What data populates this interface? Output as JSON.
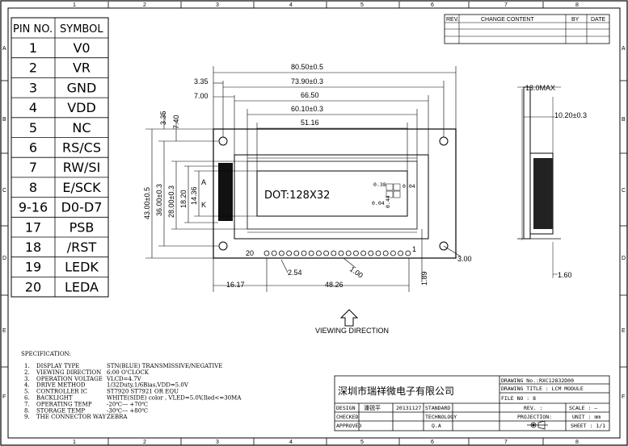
{
  "border": {
    "cols_top": [
      "1",
      "2",
      "3",
      "4",
      "5",
      "6",
      "7",
      "8"
    ],
    "cols_bottom": [
      "1",
      "2",
      "3",
      "4",
      "5",
      "6",
      "7",
      "8"
    ],
    "rows": [
      "A",
      "B",
      "C",
      "D",
      "E",
      "F"
    ]
  },
  "revision_table": {
    "headers": [
      "REV.",
      "CHANGE CONTENT",
      "BY",
      "DATE"
    ]
  },
  "pin_table": {
    "headers": [
      "PIN NO.",
      "SYMBOL"
    ],
    "rows": [
      [
        "1",
        "V0"
      ],
      [
        "2",
        "VR"
      ],
      [
        "3",
        "GND"
      ],
      [
        "4",
        "VDD"
      ],
      [
        "5",
        "NC"
      ],
      [
        "6",
        "RS/CS"
      ],
      [
        "7",
        "RW/SI"
      ],
      [
        "8",
        "E/SCK"
      ],
      [
        "9-16",
        "D0-D7"
      ],
      [
        "17",
        "PSB"
      ],
      [
        "18",
        "/RST"
      ],
      [
        "19",
        "LEDK"
      ],
      [
        "20",
        "LEDA"
      ]
    ]
  },
  "dimensions": {
    "w_total": "80.50±0.5",
    "w_holes": "73.90±0.3",
    "w_bezel": "66.50",
    "w_va": "60.10±0.3",
    "w_aa": "51.16",
    "left_335": "3.35",
    "left_700": "7.00",
    "v_335": "3.35",
    "v_740": "7.40",
    "h_total": "43.00±0.5",
    "h_holes": "36.00±0.3",
    "h_va": "28.00±0.3",
    "h_1820": "18.20",
    "h_1436": "14.36",
    "pin_offset": "16.17",
    "pin_span": "48.26",
    "pin_pitch": "2.54",
    "pin_dia": "1.00",
    "hole_dia": "3.00",
    "bottom_189": "1.89",
    "side_max": "13.0MAX",
    "side_1020": "10.20±0.3",
    "side_160": "1.60",
    "dot_w": "0.38",
    "dot_h": "0.44",
    "dot_gap_x": "0.04",
    "dot_gap_y": "0.04"
  },
  "lcd_label": "DOT:128X32",
  "backlight_a": "A",
  "backlight_k": "K",
  "pin_start": "20",
  "pin_end": "1",
  "viewing_direction": "VIEWING DIRECTION",
  "spec": {
    "title": "SPECIFICATION:",
    "items": [
      [
        "1.",
        "DISPLAY TYPE",
        "STN(BLUE) TRANSMISSIVE/NEGATIVE"
      ],
      [
        "2.",
        "VIEWING DIRECTION",
        "6:00 O'CLOCK"
      ],
      [
        "3.",
        "OPERATION VOLTAGE",
        "VLCD=4.7V"
      ],
      [
        "4.",
        "DRIVE METHOD",
        "1/32Duty,1/6Bias,VDD=5.0V"
      ],
      [
        "5.",
        "CONTROLLER IC",
        "ST7920 ST7921 OR EQU"
      ],
      [
        "6.",
        "BACKLIGHT",
        "WHITE(SIDE) color , VLED=5.0V,Iled<=30MA"
      ],
      [
        "7.",
        "OPERATING TEMP",
        "-20℃--- +70℃"
      ],
      [
        "8.",
        "STORAGE TEMP",
        "-30℃--- +80℃"
      ],
      [
        "9.",
        "THE CONNECTOR WAY",
        "ZEBRA"
      ]
    ]
  },
  "title_block": {
    "company": "深圳市瑞祥微电子有限公司",
    "drawing_no": "DRAWING No.:RXC12832D00",
    "drawing_title": "DRAWING TITLE : LCM MODULE",
    "file_no": "FILE NO : 8",
    "rev": "REV. :",
    "scale": "SCALE : —",
    "projection": "PROJECTION:",
    "unit": "UNIT : mm",
    "sheet": "SHEET : 1/1",
    "design": "DESIGN",
    "designer": "潘锐平",
    "date": "20131127",
    "standard": "STANDARD",
    "checked": "CHECKED",
    "technology": "TECHNOLOGY",
    "approved": "APPROVED",
    "qa": "Q.A"
  }
}
